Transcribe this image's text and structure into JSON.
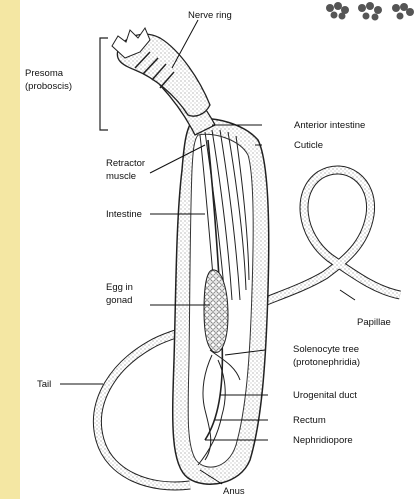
{
  "background_color": "#f4e7a3",
  "labels": {
    "nerve_ring": "Nerve ring",
    "presoma_1": "Presoma",
    "presoma_2": "(proboscis)",
    "anterior_intestine": "Anterior intestine",
    "cuticle": "Cuticle",
    "retractor_1": "Retractor",
    "retractor_2": "muscle",
    "intestine": "Intestine",
    "egg_1": "Egg in",
    "egg_2": "gonad",
    "papillae": "Papillae",
    "solenocyte_1": "Solenocyte tree",
    "solenocyte_2": "(protonephridia)",
    "tail": "Tail",
    "urogenital_duct": "Urogenital duct",
    "rectum": "Rectum",
    "nephridiopore": "Nephridiopore",
    "anus": "Anus"
  }
}
